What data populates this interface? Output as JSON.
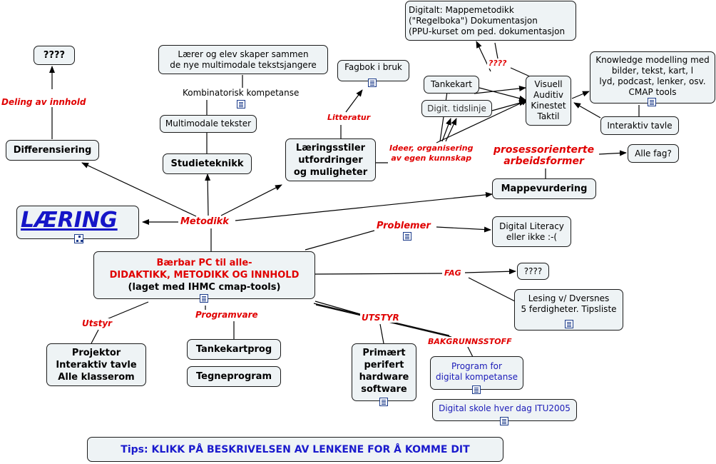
{
  "main_node": {
    "title": "LÆRING"
  },
  "center_node": {
    "line1": "Bærbar PC til alle-",
    "line2": "DIDAKTIKK, METODIKK OG INNHOLD",
    "line3": "(laget med IHMC cmap-tools)"
  },
  "nodes": {
    "q_top_left": "????",
    "differensiering": "Differensiering",
    "multimodale_tekster": "Multimodale tekster",
    "laerer_elev": "Lærer og elev skaper sammen\nde nye multimodale tekstsjangere",
    "studieteknikk": "Studieteknikk",
    "fagbok": "Fagbok i bruk",
    "laeringsstiler": "Læringsstiler\nutfordringer\nog muligheter",
    "digitalt_mappe": "Digitalt: Mappemetodikk\n(\"Regelboka\") Dokumentasjon\n(PPU-kurset om ped. dokumentasjon",
    "tankekart": "Tankekart",
    "digit_tidslinje": "Digit. tidslinje",
    "visuell": "Visuell\nAuditiv\nKinestet\nTaktil",
    "knowledge": "Knowledge modelling med\nbilder, tekst, kart, l\nlyd, podcast, lenker, osv.\nCMAP tools",
    "interaktiv_tavle": "Interaktiv tavle",
    "alle_fag": "Alle fag?",
    "mappevurdering": "Mappevurdering",
    "digital_literacy": "Digital Literacy\neller ikke :-(",
    "q_fag": "????",
    "lesing": "Lesing v/ Dversnes\n5 ferdigheter. Tipsliste",
    "projektor": "Projektor\nInteraktiv tavle\nAlle klasserom",
    "tankekartprog": "Tankekartprog",
    "tegneprogram": "Tegneprogram",
    "primaert": "Primært\nperifert\nhardware\nsoftware",
    "program_digital": "Program for\ndigital kompetanse",
    "digital_skole": "Digital skole hver dag ITU2005"
  },
  "link_labels": {
    "deling": "Deling av innhold",
    "kombinatorisk": "Kombinatorisk kompetanse",
    "litteratur": "Litteratur",
    "ideer": "Ideer, organisering\nav egen kunnskap",
    "q_link": "????",
    "prosess": "prosessorienterte\narbeidsformer",
    "metodikk": "Metodikk",
    "problemer": "Problemer",
    "fag": "FAG",
    "utstyr": "Utstyr",
    "programvare": "Programvare",
    "utstyr_caps": "UTSTYR",
    "bakgrunn": "BAKGRUNNSSTOFF"
  },
  "tips": "Tips: KLIKK PÅ BESKRIVELSEN AV LENKENE FOR Å KOMME DIT",
  "colors": {
    "node_fill": "#eef3f5",
    "label_red": "#e00000",
    "title_blue": "#1515c8",
    "link_blue": "#1b1bb8"
  }
}
